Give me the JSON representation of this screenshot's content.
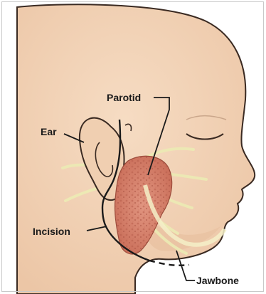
{
  "labels": {
    "parotid": "Parotid",
    "ear": "Ear",
    "incision": "Incision",
    "jawbone": "Jawbone"
  },
  "colors": {
    "skin": "#f2d4b8",
    "skin_shadow": "#e6bd9c",
    "outline": "#3a2a22",
    "gland": "#d8846f",
    "gland_speckle": "#b85e4c",
    "nerve": "#ecebb4",
    "incision": "#1a1a1a",
    "background": "#ffffff"
  }
}
